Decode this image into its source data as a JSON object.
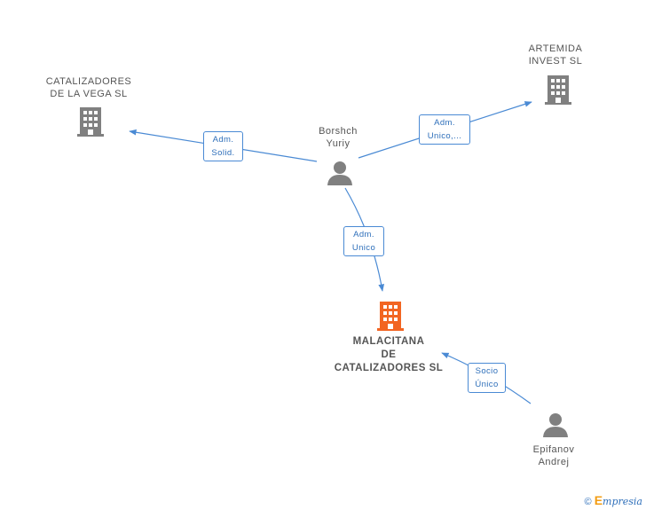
{
  "nodes": {
    "catalizadores_vega": {
      "line1": "CATALIZADORES",
      "line2": "DE LA VEGA SL"
    },
    "artemida": {
      "line1": "ARTEMIDA",
      "line2": "INVEST SL"
    },
    "borshch": {
      "line1": "Borshch",
      "line2": "Yuriy"
    },
    "malacitana": {
      "line1": "MALACITANA",
      "line2": "DE",
      "line3": "CATALIZADORES SL"
    },
    "epifanov": {
      "line1": "Epifanov",
      "line2": "Andrej"
    }
  },
  "edges": {
    "adm_solid": {
      "line1": "Adm.",
      "line2": "Solid."
    },
    "adm_unico_artemida": {
      "line1": "Adm.",
      "line2": "Unico,..."
    },
    "adm_unico_malacitana": {
      "line1": "Adm.",
      "line2": "Unico"
    },
    "socio_unico": {
      "line1": "Socio",
      "line2": "Único"
    }
  },
  "footer": {
    "copyright": "©",
    "brand": "mpresia",
    "brand_initial": "E"
  },
  "colors": {
    "edge": "#4a8ad4",
    "company": "#808080",
    "main_company": "#f26522",
    "person": "#808080"
  }
}
